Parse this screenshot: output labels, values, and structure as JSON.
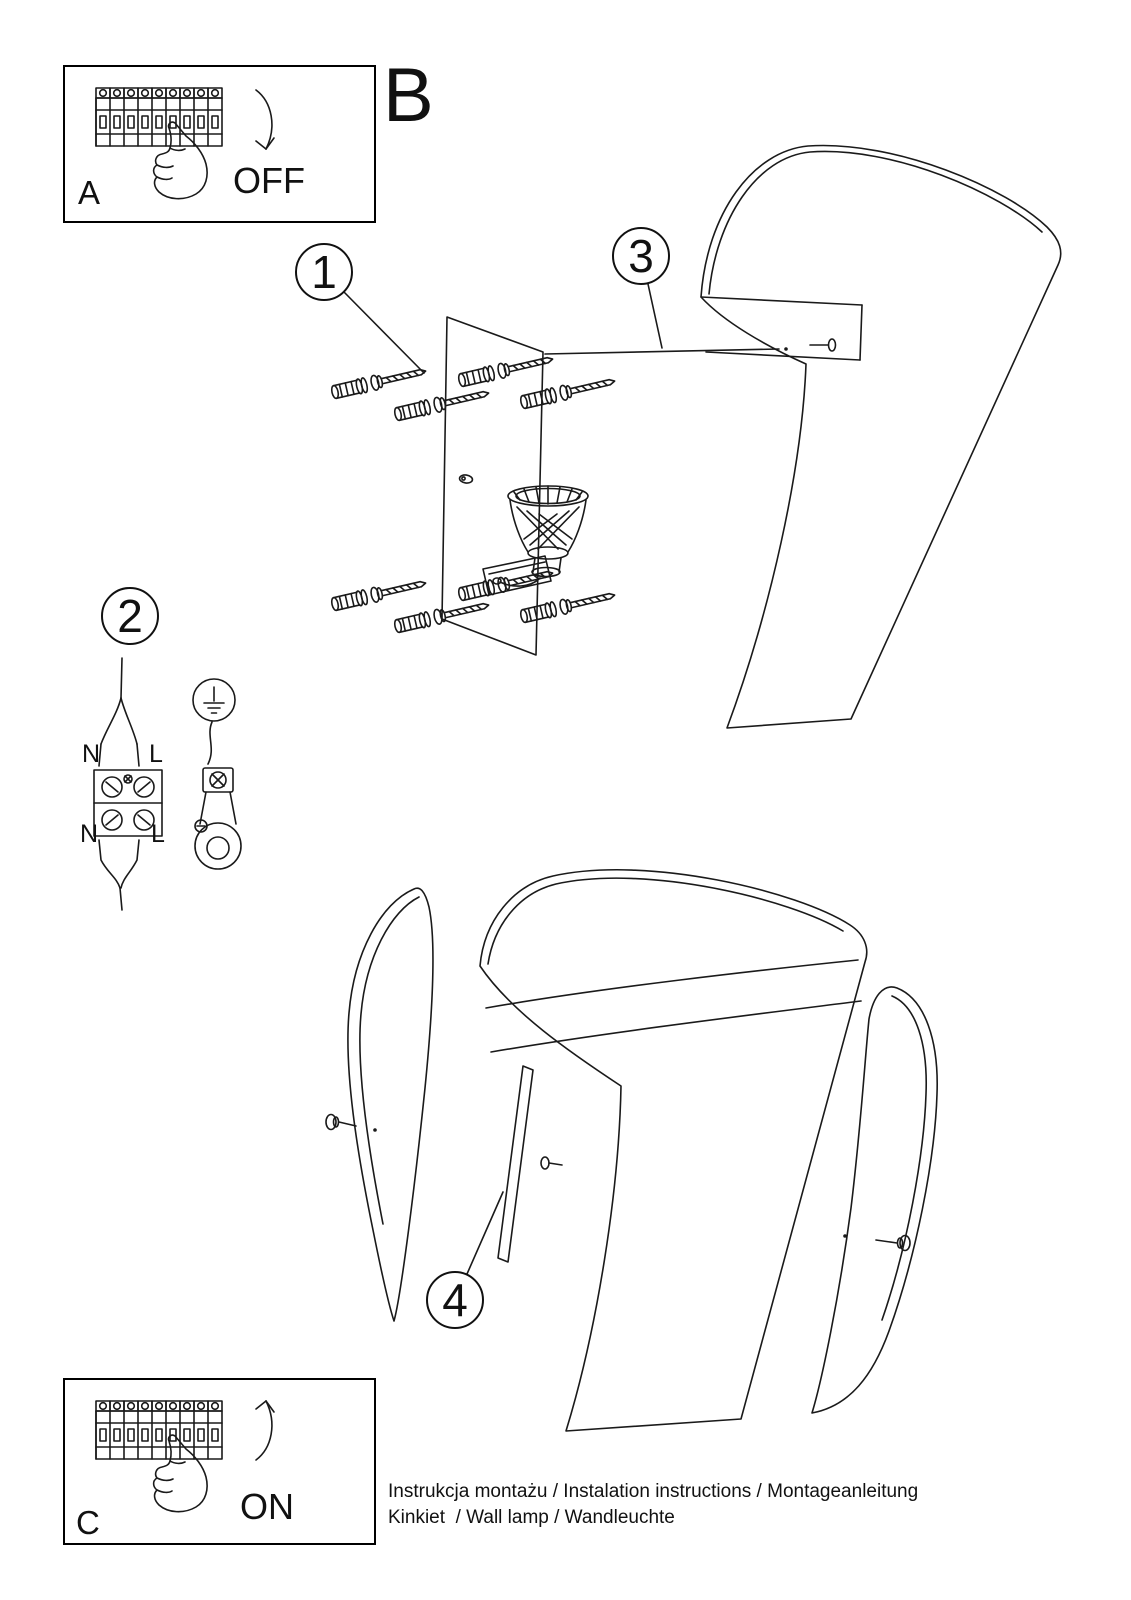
{
  "colors": {
    "ink": "#1a1a1a",
    "paper": "#ffffff"
  },
  "sections": {
    "a": {
      "label": "A",
      "state": "OFF"
    },
    "b": {
      "label": "B"
    },
    "c": {
      "label": "C",
      "state": "ON"
    }
  },
  "steps": {
    "s1": "1",
    "s2": "2",
    "s3": "3",
    "s4": "4"
  },
  "wiring_labels": {
    "top_n": "N",
    "top_l": "L",
    "bottom_n": "N",
    "bottom_l": "L"
  },
  "footer": {
    "line1": "Instrukcja montażu / Instalation instructions / Montageanleitung",
    "line2": "Kinkiet  / Wall lamp / Wandleuchte"
  }
}
